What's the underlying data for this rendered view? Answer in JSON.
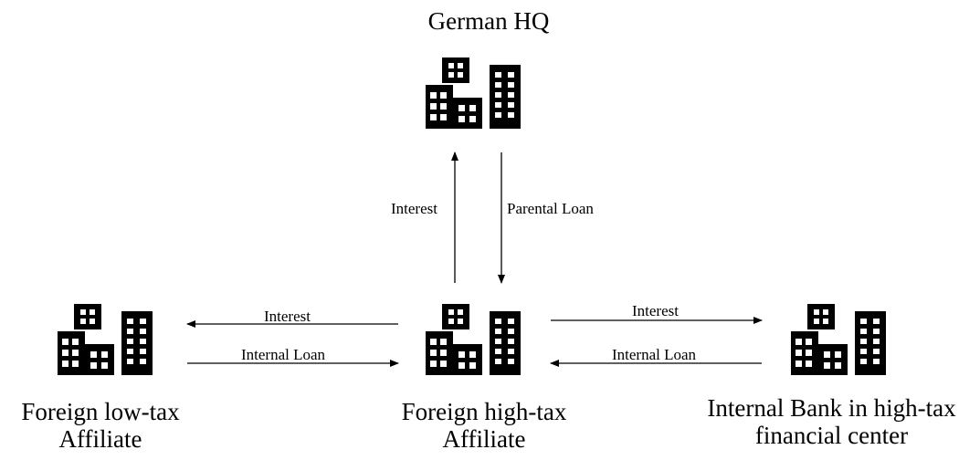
{
  "nodes": {
    "hq": {
      "label": "German HQ",
      "icon": "office-buildings-icon"
    },
    "low_tax": {
      "label": "Foreign low-tax\nAffiliate",
      "icon": "office-buildings-icon"
    },
    "high_tax": {
      "label": "Foreign high-tax\nAffiliate",
      "icon": "office-buildings-icon"
    },
    "bank": {
      "label": "Internal Bank in high-tax\nfinancial center",
      "icon": "office-buildings-icon"
    }
  },
  "edges": {
    "high_to_hq": "Interest",
    "hq_to_high": "Parental Loan",
    "high_to_low": "Interest",
    "low_to_high": "Internal Loan",
    "high_to_bank": "Interest",
    "bank_to_high": "Internal Loan"
  },
  "colors": {
    "ink": "#000000",
    "background": "#ffffff"
  }
}
